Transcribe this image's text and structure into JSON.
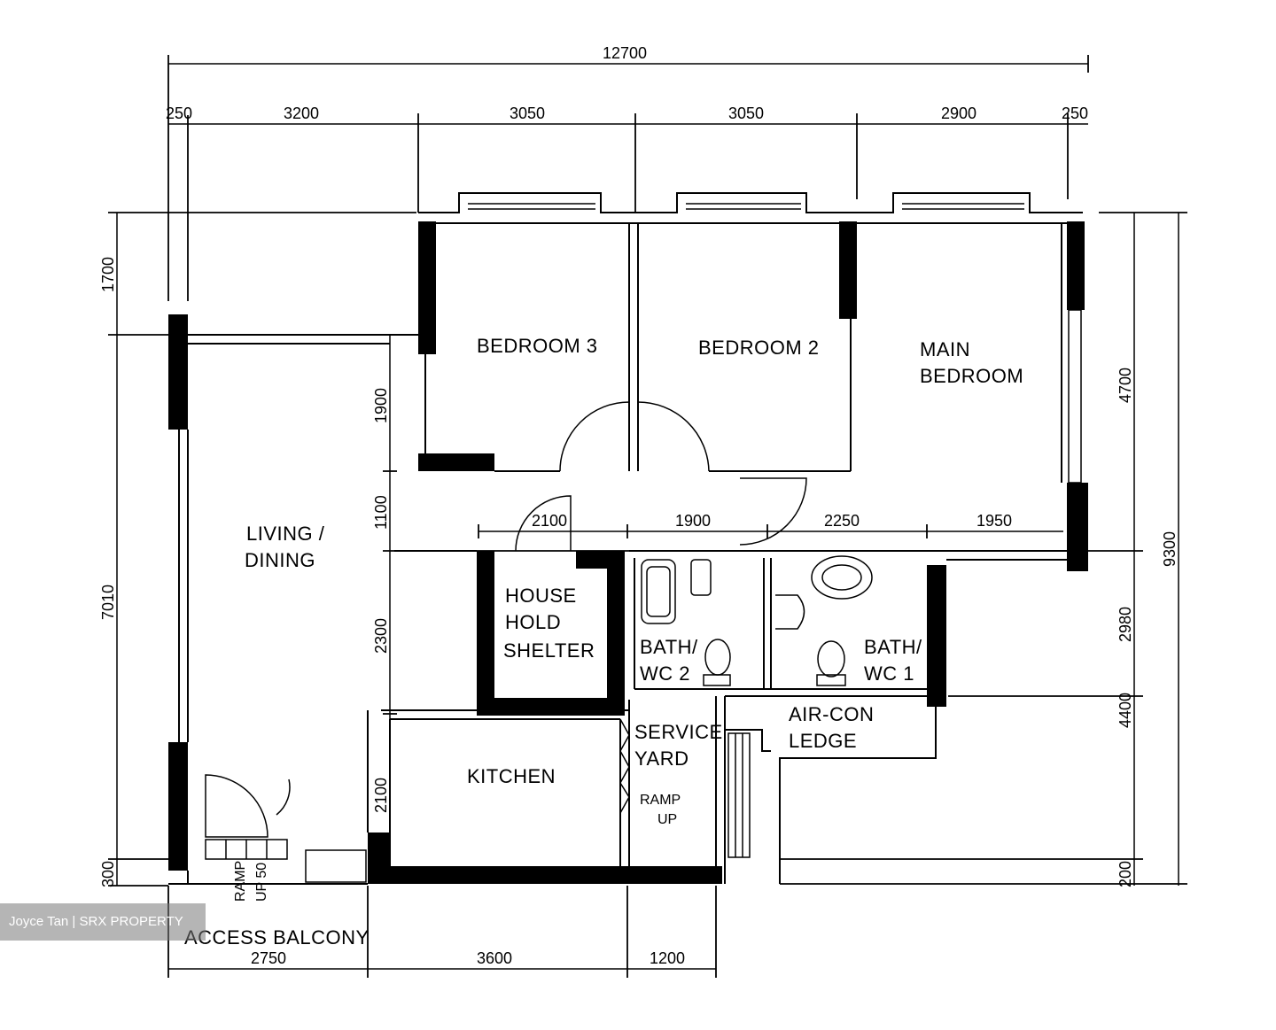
{
  "rooms": {
    "bedroom3": "BEDROOM 3",
    "bedroom2": "BEDROOM 2",
    "main_bedroom_line1": "MAIN",
    "main_bedroom_line2": "BEDROOM",
    "living_line1": "LIVING /",
    "living_line2": "DINING",
    "shelter_line1": "HOUSE",
    "shelter_line2": "HOLD",
    "shelter_line3": "SHELTER",
    "bath2_line1": "BATH/",
    "bath2_line2": "WC 2",
    "bath1_line1": "BATH/",
    "bath1_line2": "WC 1",
    "aircon_line1": "AIR-CON",
    "aircon_line2": "LEDGE",
    "service_line1": "SERVICE",
    "service_line2": "YARD",
    "ramp_line1": "RAMP",
    "ramp_line2": "UP",
    "kitchen": "KITCHEN",
    "access_balcony": "ACCESS BALCONY",
    "ramp_entry_line1": "RAMP",
    "ramp_entry_line2": "UP 50"
  },
  "dimensions": {
    "top_total": "12700",
    "top_segments": [
      "250",
      "3200",
      "3050",
      "3050",
      "2900",
      "250"
    ],
    "left_upper": "1700",
    "left_lower": "7010",
    "left_bottom": "300",
    "inner_1900": "1900",
    "inner_1100": "1100",
    "inner_2300": "2300",
    "inner_2100": "2100",
    "mid_segments": [
      "2100",
      "1900",
      "2250",
      "1950"
    ],
    "right_4700": "4700",
    "right_2980": "2980",
    "right_4400": "4400",
    "right_200": "200",
    "right_total": "9300",
    "bottom_segments": [
      "2750",
      "3600",
      "1200"
    ]
  },
  "watermark": "Joyce Tan | SRX PROPERTY"
}
